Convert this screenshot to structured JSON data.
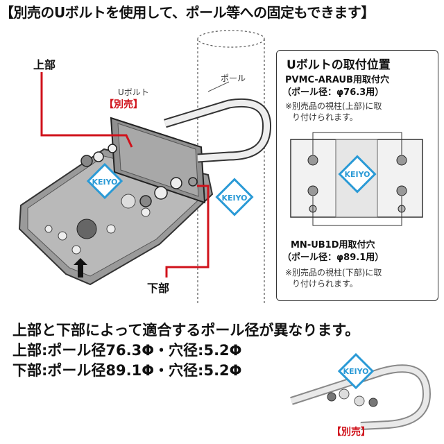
{
  "header": {
    "title": "【別売のUボルトを使用して、ポール等への固定もできます】"
  },
  "diagram": {
    "upper_label": "上部",
    "lower_label": "下部",
    "ubolt_label": "Uボルト",
    "bessai_tag": "【別売】",
    "pole_label": "ポール",
    "watermark": "KEIYO"
  },
  "inset": {
    "title": "Uボルトの取付位置",
    "upper_model": "PVMC-ARAUB用取付穴",
    "upper_diameter": "（ポール径：φ76.3用）",
    "upper_note_1": "※別売品の視柱(上部)に取",
    "upper_note_2": "り付けられます。",
    "lower_model": "MN-UB1D用取付穴",
    "lower_diameter": "（ポール径：φ89.1用）",
    "lower_note_1": "※別売品の視柱(下部)に取",
    "lower_note_2": "り付けられます。"
  },
  "summary": {
    "headline": "上部と下部によって適合するポール径が異なります。",
    "upper_line": "上部:ポール径76.3Φ・穴径:5.2Φ",
    "lower_line": "下部:ポール径89.1Φ・穴径:5.2Φ"
  },
  "product": {
    "bessai_tag": "【別売】"
  },
  "colors": {
    "accent_red": "#d0121b",
    "logo_blue": "#2a9ad6"
  }
}
